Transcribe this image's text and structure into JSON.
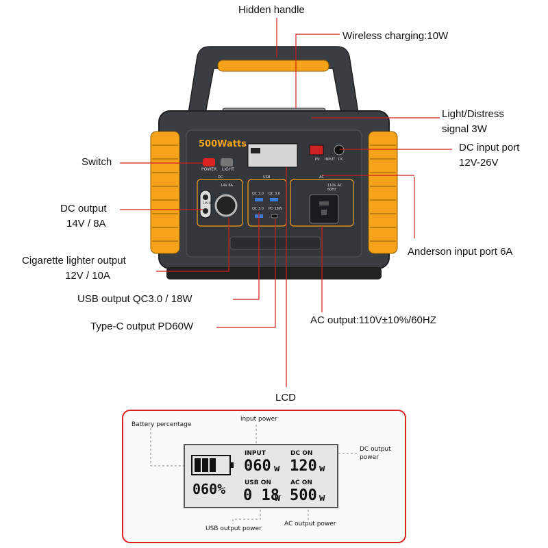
{
  "callouts": {
    "hidden_handle": "Hidden handle",
    "wireless_charging": "Wireless charging:10W",
    "light_line1": "Light/Distress",
    "light_line2": "signal 3W",
    "dc_input_line1": "DC input port",
    "dc_input_line2": "12V-26V",
    "switch": "Switch",
    "dc_output_line1": "DC output",
    "dc_output_line2": "14V / 8A",
    "anderson": "Anderson input port 6A",
    "cig_line1": "Cigarette lighter output",
    "cig_line2": "12V / 10A",
    "usb_output": "USB output QC3.0 / 18W",
    "ac_output": "AC output:110V±10%/60HZ",
    "typec_output": "Type-C output PD60W",
    "lcd": "LCD"
  },
  "device": {
    "brand": "500Watts",
    "power_label": "POWER",
    "light_label": "LIGHT",
    "dc_tag": "DC",
    "usb_tag": "USB",
    "ac_tag": "AC",
    "dc_panel_text": "14V 8A",
    "cig_text": "14V 8A",
    "qc1": "QC 3.0",
    "qc2": "QC 3.0",
    "qc3": "QC 3.0",
    "pd": "PD 18W",
    "ac_panel_text": "110V AC 60Hz",
    "pv_label": "PV",
    "input_label": "INPUT",
    "dc_in_label": "DC"
  },
  "lcd_detail": {
    "battery_percentage_label": "Battery percentage",
    "input_power_label": "input power",
    "dc_output_power_line1": "DC output",
    "dc_output_power_line2": "power",
    "usb_output_power_label": "USB output power",
    "ac_output_power_label": "AC output power",
    "input_title": "INPUT",
    "input_value": "060",
    "dc_title": "DC ON",
    "dc_value": "120",
    "usb_title": "USB ON",
    "usb_value": "0 18",
    "ac_title": "AC ON",
    "ac_value": "500",
    "unit": "w",
    "battery_value": "060%"
  },
  "colors": {
    "accent": "#f5a31a",
    "body": "#3a3d42",
    "frame": "#d22222",
    "leader": "#cc1f1f"
  }
}
